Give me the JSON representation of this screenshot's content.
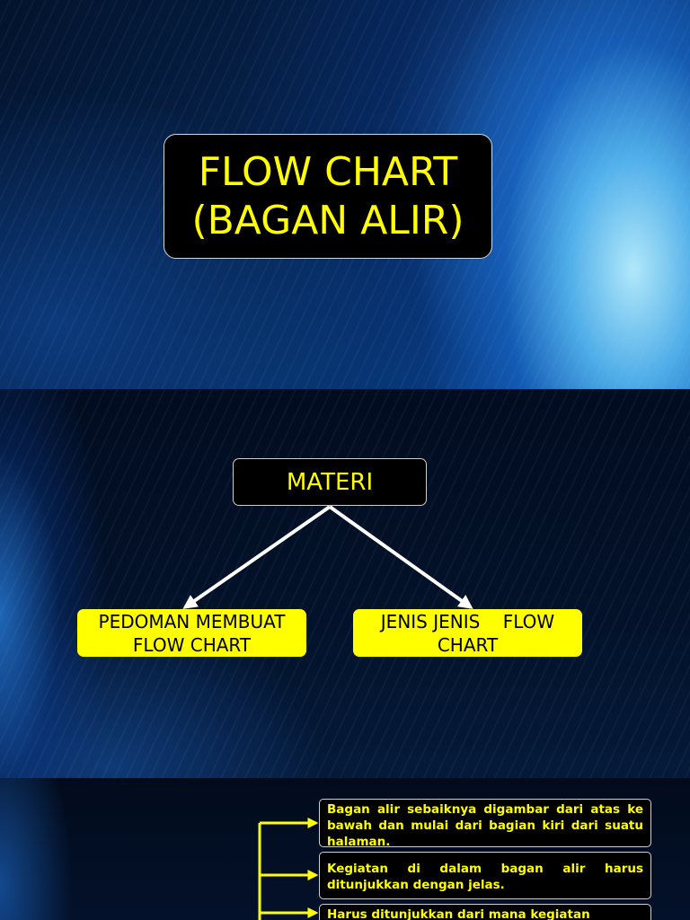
{
  "slide1": {
    "title_line1": "FLOW CHART",
    "title_line2": "(BAGAN ALIR)",
    "title_color": "#ffff00"
  },
  "slide2": {
    "root": "MATERI",
    "left_child": "PEDOMAN MEMBUAT FLOW CHART",
    "right_child": "JENIS JENIS    FLOW CHART",
    "box_color": "#ffff00"
  },
  "slide3": {
    "rules": [
      "Bagan alir sebaiknya digambar dari atas ke bawah dan mulai dari bagian kiri dari suatu halaman.",
      "Kegiatan di dalam bagan alir harus ditunjukkan dengan jelas.",
      "Harus ditunjukkan dari mana kegiatan"
    ],
    "connector_color": "#ffff00"
  }
}
